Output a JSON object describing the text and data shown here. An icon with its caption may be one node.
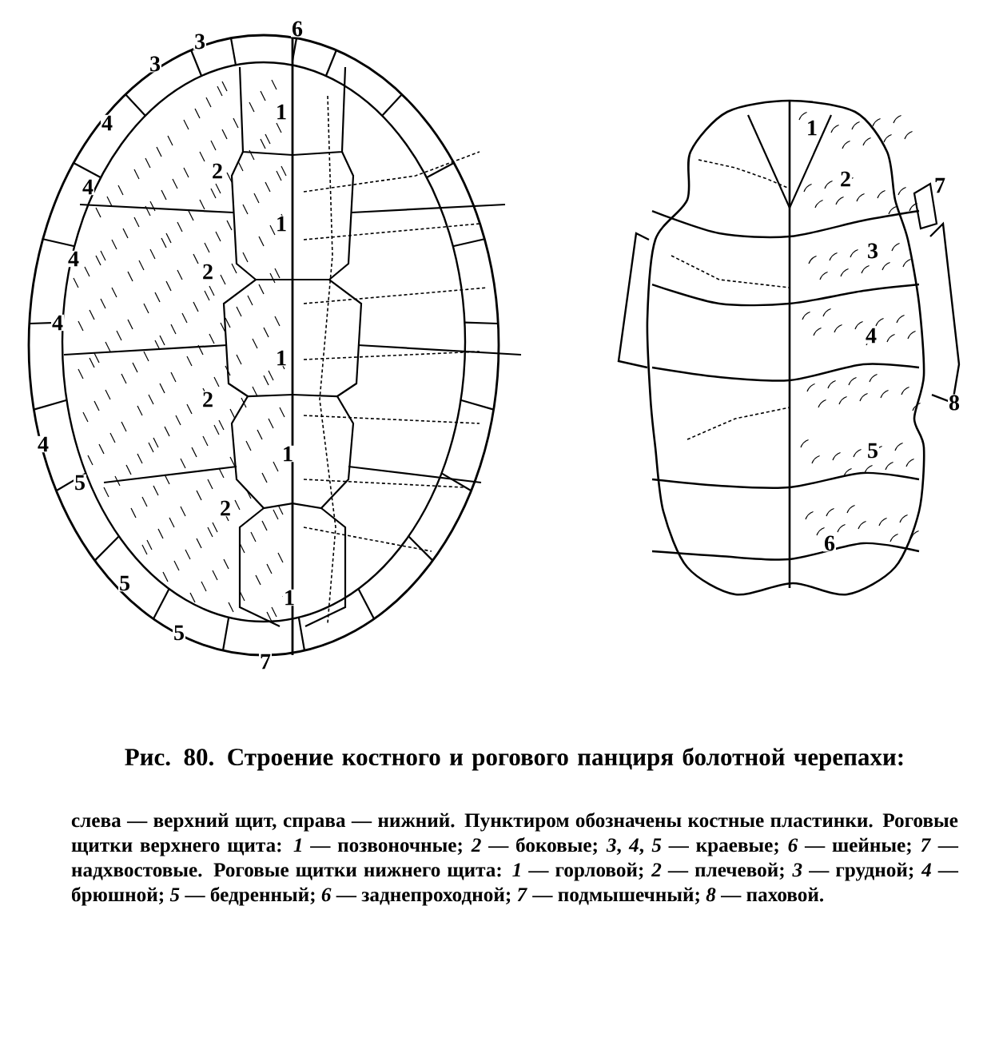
{
  "diagram": {
    "title": "Рис. 80. Строение костного и рогового панциря болотной черепахи:",
    "caption": "слева — верхний щит, справа — нижний. Пунктиром обозначены костные пластинки. Роговые щитки верхнего щита: *1* — позвоночные; *2* — боковые; *3*, *4*, *5* — краевые; *6* — шейные; *7* — надхвостовые. Роговые щитки нижнего щита: *1* — горловой; *2* — плечевой; *3* — грудной; *4* — брюшной; *5* — бедренный; *6* — заднепроходной; *7* — подмышечный; *8* — паховой.",
    "labels": [
      "3",
      "3",
      "6",
      "1",
      "4",
      "4",
      "2",
      "1",
      "4",
      "2",
      "4",
      "1",
      "2",
      "4",
      "1",
      "5",
      "2",
      "5",
      "1",
      "5",
      "7",
      "1",
      "2",
      "7",
      "3",
      "4",
      "8",
      "5",
      "6"
    ]
  }
}
